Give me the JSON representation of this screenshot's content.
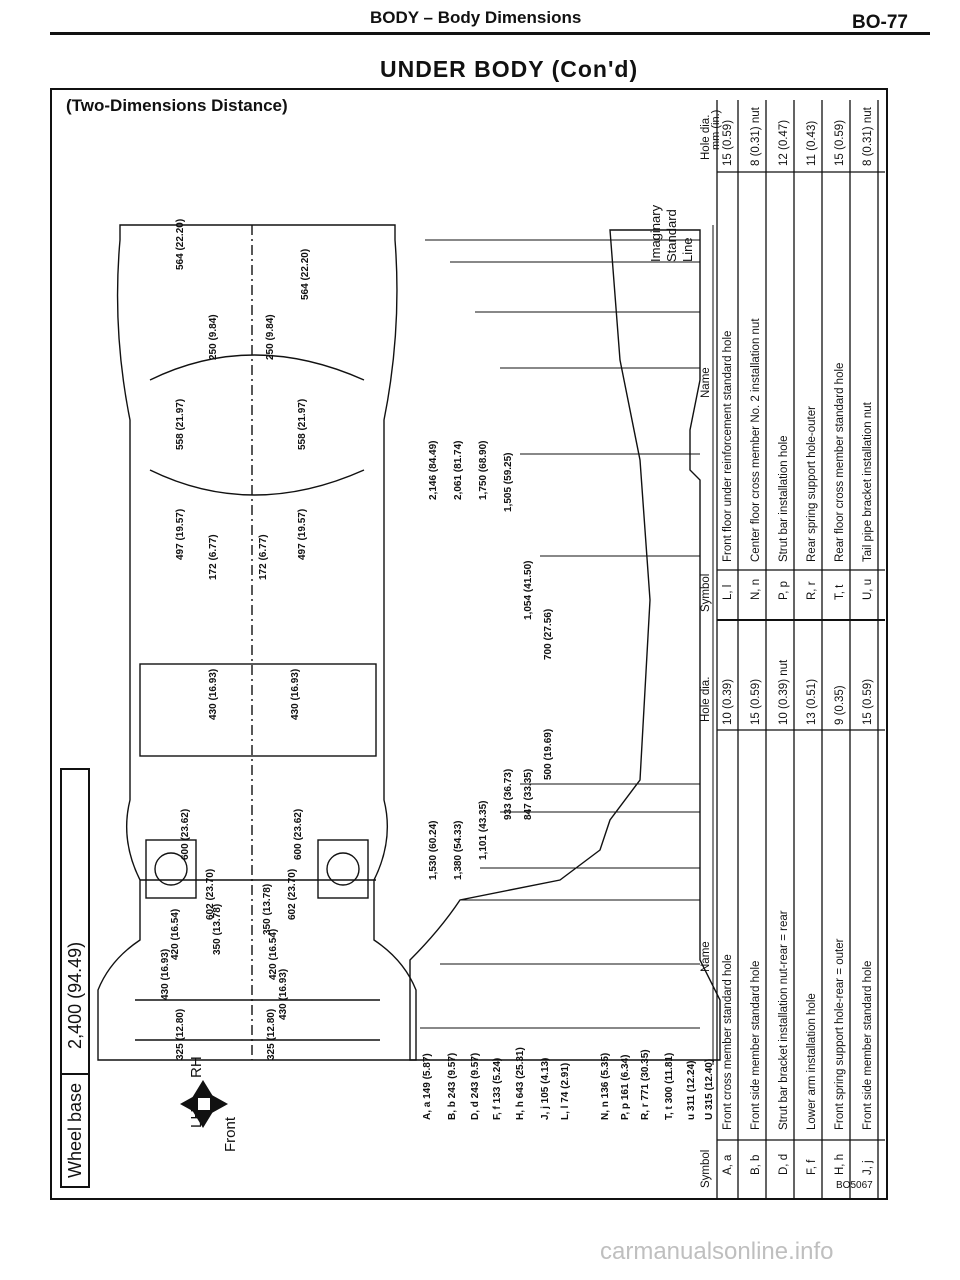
{
  "header": {
    "title": "BODY – Body Dimensions",
    "page": "BO-77"
  },
  "subtitle": "UNDER BODY (Con'd)",
  "section_label": "(Two-Dimensions Distance)",
  "wheel_base": {
    "label": "Wheel base",
    "value": "2,400 (94.49)"
  },
  "orientation": {
    "rh": "RH",
    "lh": "LH",
    "front": "Front"
  },
  "imaginary_line": {
    "l1": "Imaginary",
    "l2": "Standard",
    "l3": "Line",
    "units": "mm (in.)"
  },
  "side_dims": [
    {
      "label": "2,146 (84.49)"
    },
    {
      "label": "2,061 (81.74)"
    },
    {
      "label": "1,750 (68.90)"
    },
    {
      "label": "1,505 (59.25)"
    },
    {
      "label": "1,054 (41.50)"
    },
    {
      "label": "700 (27.56)"
    },
    {
      "label": "1,530 (60.24)"
    },
    {
      "label": "1,380 (54.33)"
    },
    {
      "label": "1,101 (43.35)"
    },
    {
      "label": "933 (36.73)"
    },
    {
      "label": "847 (33.35)"
    },
    {
      "label": "500 (19.69)"
    }
  ],
  "height_labels": [
    {
      "sym": "A, a",
      "mm": "149",
      "in": "(5.87)"
    },
    {
      "sym": "B, b",
      "mm": "243",
      "in": "(9.57)"
    },
    {
      "sym": "D, d",
      "mm": "243",
      "in": "(9.57)"
    },
    {
      "sym": "F, f",
      "mm": "133",
      "in": "(5.24)"
    },
    {
      "sym": "H, h",
      "mm": "643",
      "in": "(25.31)"
    },
    {
      "sym": "J, j",
      "mm": "105",
      "in": "(4.13)"
    },
    {
      "sym": "L, l",
      "mm": "74",
      "in": "(2.91)"
    },
    {
      "sym": "N, n",
      "mm": "136",
      "in": "(5.35)"
    },
    {
      "sym": "P, p",
      "mm": "161",
      "in": "(6.34)"
    },
    {
      "sym": "R, r",
      "mm": "771",
      "in": "(30.35)"
    },
    {
      "sym": "T, t",
      "mm": "300",
      "in": "(11.81)"
    },
    {
      "sym": "u",
      "mm": "311",
      "in": "(12.24)"
    },
    {
      "sym": "U",
      "mm": "315",
      "in": "(12.40)"
    }
  ],
  "underbody_dims": [
    {
      "label": "564 (22.20)"
    },
    {
      "label": "250 (9.84)"
    },
    {
      "label": "558 (21.97)"
    },
    {
      "label": "497 (19.57)"
    },
    {
      "label": "172 (6.77)"
    },
    {
      "label": "430 (16.93)"
    },
    {
      "label": "600 (23.62)"
    },
    {
      "label": "602 (23.70)"
    },
    {
      "label": "350 (13.78)"
    },
    {
      "label": "420 (16.54)"
    },
    {
      "label": "430 (16.93)"
    },
    {
      "label": "325 (12.80)"
    }
  ],
  "table_left": {
    "headers": [
      "Symbol",
      "Name",
      "Hole dia."
    ],
    "rows": [
      {
        "symbol": "A, a",
        "name": "Front cross member standard hole",
        "dia": "10 (0.39)"
      },
      {
        "symbol": "B, b",
        "name": "Front side member standard hole",
        "dia": "15 (0.59)"
      },
      {
        "symbol": "D, d",
        "name": "Strut bar bracket installation nut-rear = rear",
        "dia": "10 (0.39) nut"
      },
      {
        "symbol": "F, f",
        "name": "Lower arm installation hole",
        "dia": "13 (0.51)"
      },
      {
        "symbol": "H, h",
        "name": "Front spring support hole-rear = outer",
        "dia": "9 (0.35)"
      },
      {
        "symbol": "J, j",
        "name": "Front side member standard hole",
        "dia": "15 (0.59)"
      }
    ]
  },
  "table_right": {
    "headers": [
      "Symbol",
      "Name",
      "Hole dia."
    ],
    "rows": [
      {
        "symbol": "L, l",
        "name": "Front floor under reinforcement standard hole",
        "dia": "15 (0.59)"
      },
      {
        "symbol": "N, n",
        "name": "Center floor cross member No. 2 installation nut",
        "dia": "8 (0.31) nut"
      },
      {
        "symbol": "P, p",
        "name": "Strut bar installation hole",
        "dia": "12 (0.47)"
      },
      {
        "symbol": "R, r",
        "name": "Rear spring support hole-outer",
        "dia": "11 (0.43)"
      },
      {
        "symbol": "T, t",
        "name": "Rear floor cross member standard hole",
        "dia": "15 (0.59)"
      },
      {
        "symbol": "U, u",
        "name": "Tail pipe bracket installation nut",
        "dia": "8 (0.31) nut"
      }
    ]
  },
  "figure_id": "BO5067",
  "footer_url": "carmanualsonline.info"
}
